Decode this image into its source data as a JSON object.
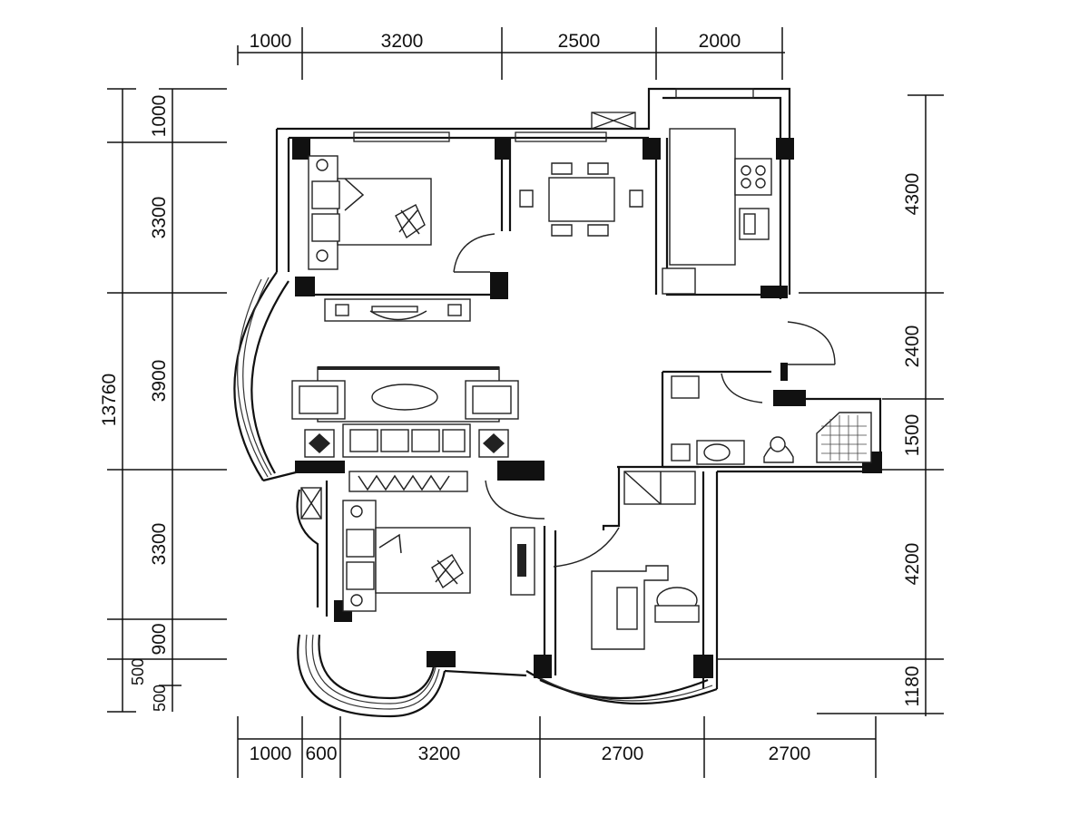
{
  "dimensions": {
    "top": [
      "1000",
      "3200",
      "2500",
      "2000"
    ],
    "bottom": [
      "1000",
      "600",
      "3200",
      "2700",
      "2700"
    ],
    "left_total": "13760",
    "left": [
      "1000",
      "3300",
      "3900",
      "3300",
      "900",
      "500",
      "500"
    ],
    "right": [
      "4300",
      "2400",
      "1500",
      "4200",
      "1180"
    ]
  }
}
